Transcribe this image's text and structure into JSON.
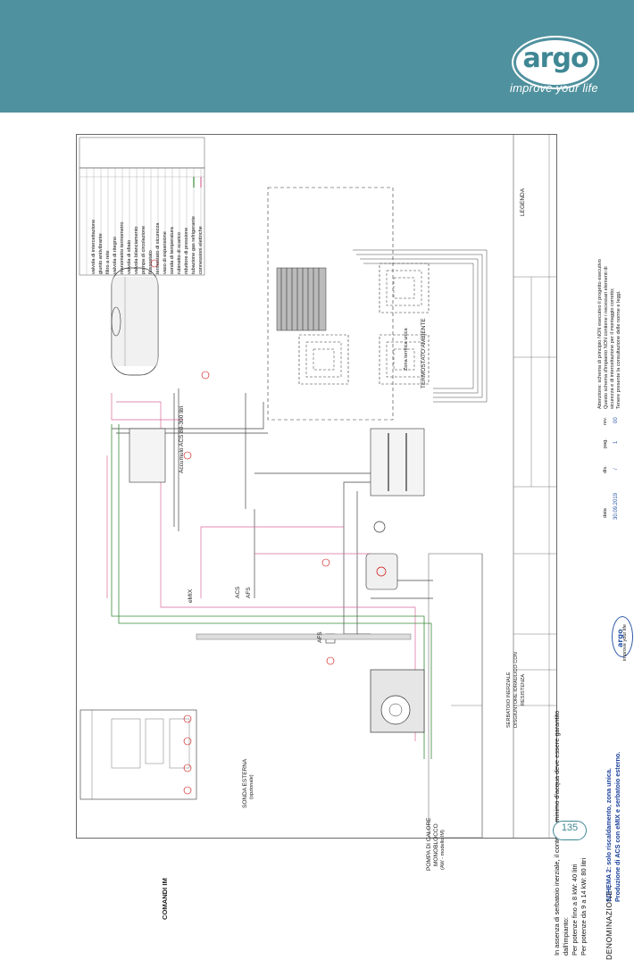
{
  "header": {
    "brand": "argo",
    "tagline": "improve your life",
    "background": "#4f919e"
  },
  "page": {
    "number": "135"
  },
  "diagram": {
    "legend_title": "LEGENDA",
    "legend_items": [
      "valvola di intercettazione",
      "giunto antivibrante",
      "filtro a rete",
      "valvola di ritegno",
      "manometro termometro",
      "valvola di sfiato",
      "valvola bilanciamento",
      "pompa di circolazione",
      "flussostato",
      "termostato di sicurezza",
      "vaso di espansione",
      "sonda di temperatura",
      "rubinetto di scarico",
      "riduttore di pressione",
      "tubazione gas refrigerante",
      "connessioni elettriche"
    ],
    "comandi_title": "COMANDI IM",
    "note_lines": [
      "In assenza di serbatoio inerziale, il contenuto minimo d'acqua deve essere garantito",
      "dall'impianto:",
      "Per potenze fino a 8 kW: 40 litri",
      "Per potenze da 9 a 14 kW: 80 litri"
    ],
    "denominazione_label": "DENOMINAZIONE :",
    "scheme_title_1": "SCHEMA 2: solo riscaldamento, zona unica.",
    "scheme_title_2": "Produzione di ACS con eMIX e serbatoio esterno.",
    "components": {
      "accumulo": "Accumulo ACS 80-300 litri",
      "emix": "eMIX",
      "acs": "ACS",
      "afs": "AFS",
      "afs2": "AFS",
      "zona": "Zona termica unica",
      "termostato": "TERMOSTATO AMBIENTE",
      "serbatoio": "SERBATOIO INERZIALE",
      "disgiuntore": "DISGIUNTORE IDRAULICO CON",
      "resistenza": "RESISTENZA",
      "sonda": "SONDA ESTERNA",
      "sonda_opt": "(opzionale)",
      "pompa": "POMPA DI CALORE",
      "monoblocco": "MONOBLOCCO",
      "modello": "(AW - modello IM)"
    },
    "info_block": {
      "data_label": "data",
      "data_value": "30.09.2019",
      "dis_label": "dis.",
      "dis_value": "/",
      "pag_label": "pag.",
      "pag_value": "1",
      "rev_label": "rev.",
      "rev_value": "00",
      "attention": "Attenzione: schema di principio NON esecutivo il progetto esecutivo",
      "attention2": "Questo schema d'impianto NON contiene i necessari elementi di",
      "attention3": "sicurezza e di intercettazione per il montaggio corretto;",
      "attention4": "Tenere presente la consultazione delle norme e leggi."
    },
    "company_block": {
      "brand": "argo",
      "tagline": "improve your life"
    }
  }
}
